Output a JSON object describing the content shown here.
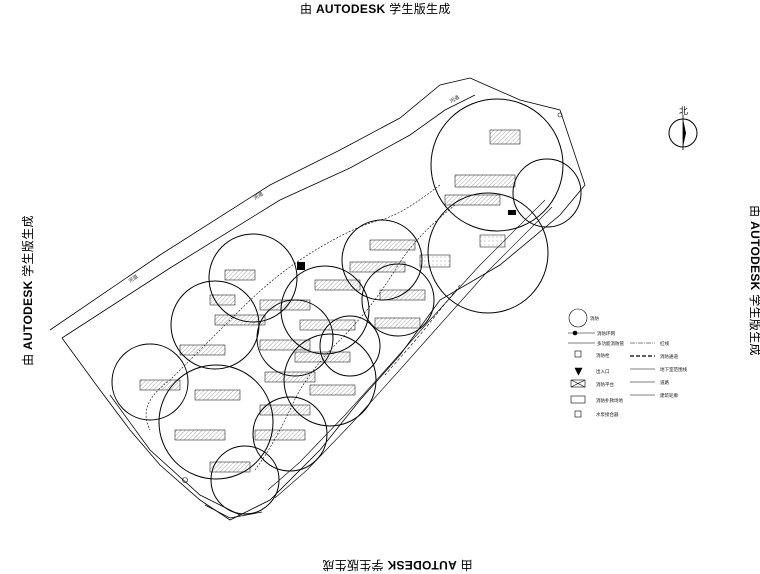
{
  "watermark": {
    "prefix": "由",
    "brand": "AUTODESK",
    "suffix": "学生版生成"
  },
  "compass": {
    "label": "北"
  },
  "site_labels": {
    "river_1": "河道",
    "river_2": "河道",
    "river_3": "河道"
  },
  "legend": {
    "items": [
      {
        "icon": "hydrant-circle-icon",
        "label": "消防"
      },
      {
        "icon": "hydrant-line-icon",
        "label": "消防环网"
      },
      {
        "icon": "pipe-line-icon",
        "label": "多功能消防管"
      },
      {
        "icon": "numbered-box-icon",
        "label": "消防栓"
      },
      {
        "icon": "triangle-icon",
        "label": "出入口"
      },
      {
        "icon": "crossed-box-icon",
        "label": "消防平台"
      },
      {
        "icon": "labeled-box-icon",
        "label": "消防扑救场地"
      },
      {
        "icon": "small-square-icon",
        "label": "水泵接合器"
      }
    ],
    "items_right": [
      {
        "icon": "dash-dot-line-icon",
        "label": "红线"
      },
      {
        "icon": "dashed-line-icon",
        "label": "消防通道"
      },
      {
        "icon": "thin-line-icon",
        "label": "地下室范围线"
      },
      {
        "icon": "thin-line-icon",
        "label": "道路"
      },
      {
        "icon": "thin-line-icon",
        "label": "建筑轮廓"
      }
    ]
  },
  "colors": {
    "lines": "#000000",
    "hatch": "#555555",
    "background": "#ffffff"
  }
}
